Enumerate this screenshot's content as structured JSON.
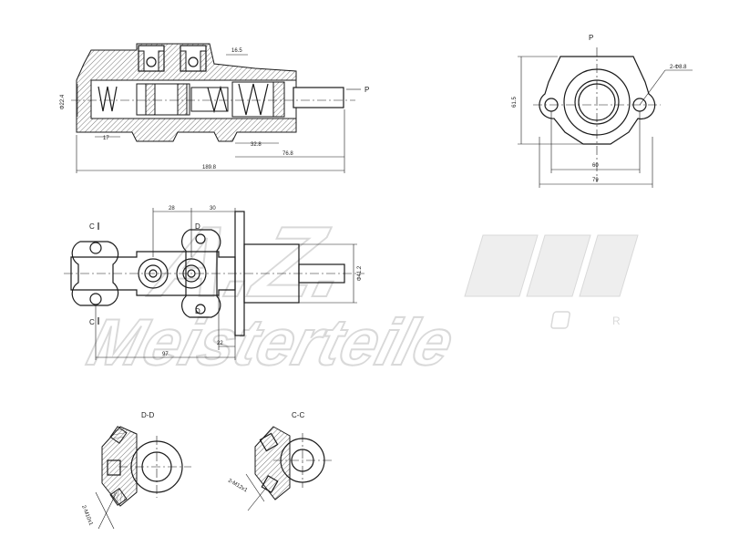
{
  "watermark": {
    "brand": "Meisterteile",
    "monogram": "A.Z.",
    "registered": "R"
  },
  "section_view": {
    "dims": {
      "bore": "Φ22.4",
      "top_offset": "16.5",
      "inlet_offset": "17",
      "port_offset": "32.8",
      "flange_offset": "76.8",
      "overall_length": "189.8"
    },
    "label_p": "P"
  },
  "end_view": {
    "label_p": "P",
    "dims": {
      "height": "61.5",
      "hole_spec": "2-Φ8.8",
      "bolt_spacing": "60",
      "flange_width": "79"
    }
  },
  "top_view": {
    "dims": {
      "port_pitch_1": "28",
      "port_pitch_2": "30",
      "body_diameter": "Φ41.2",
      "reservoir_offset": "22",
      "length_to_flange": "97"
    },
    "section_markers": {
      "c_top": "C",
      "c_bottom": "C",
      "d_top": "D",
      "d_bottom": "D"
    }
  },
  "section_dd": {
    "title": "D-D",
    "thread": "2-M10x1"
  },
  "section_cc": {
    "title": "C-C",
    "thread": "2-M12x1"
  }
}
